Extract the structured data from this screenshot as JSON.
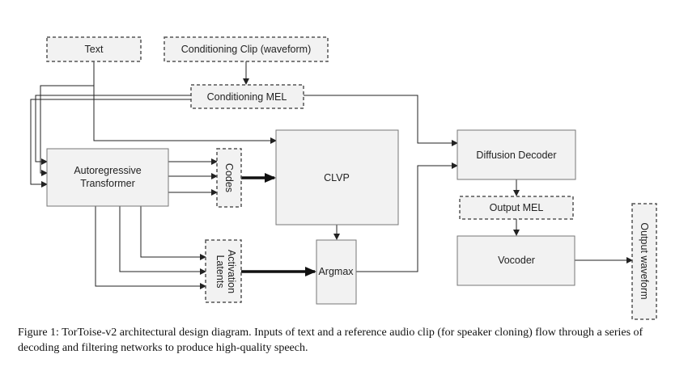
{
  "diagram": {
    "nodes": {
      "text": "Text",
      "conditioning_clip": "Conditioning Clip (waveform)",
      "conditioning_mel": "Conditioning MEL",
      "autoregressive_line1": "Autoregressive",
      "autoregressive_line2": "Transformer",
      "codes": "Codes",
      "clvp": "CLVP",
      "activation_line1": "Activation",
      "activation_line2": "Latents",
      "argmax": "Argmax",
      "diffusion_decoder": "Diffusion Decoder",
      "output_mel": "Output MEL",
      "vocoder": "Vocoder",
      "output_waveform": "Output waveform"
    },
    "colors": {
      "box_fill": "#f2f2f2",
      "box_stroke": "#555555",
      "arrow": "#222222"
    }
  },
  "caption": {
    "label": "Figure 1:",
    "text": "TorToise-v2 architectural design diagram. Inputs of text and a reference audio clip (for speaker cloning) flow through a series of decoding and filtering networks to produce high-quality speech."
  }
}
